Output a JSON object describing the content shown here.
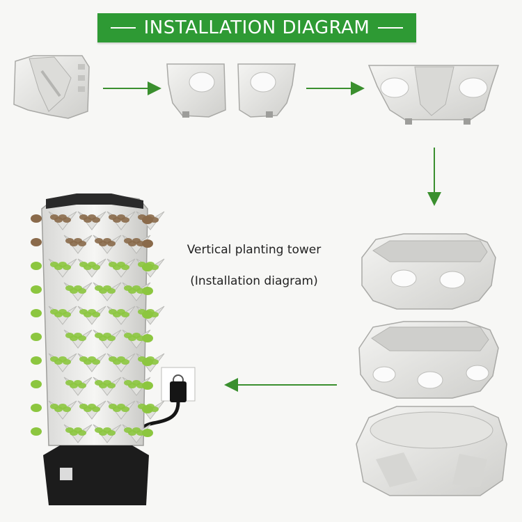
{
  "banner": {
    "title": "INSTALLATION DIAGRAM"
  },
  "caption": {
    "line1": "Vertical planting tower",
    "line2": "(Installation diagram)"
  },
  "colors": {
    "banner_green": "#2e9a34",
    "arrow_green": "#3a8f2e",
    "panel_white": "#e9e9e6",
    "base_black": "#1c1c1c",
    "leaf_green": "#8cc63f"
  },
  "icons": [
    "power-plug-icon",
    "wall-socket-icon"
  ]
}
